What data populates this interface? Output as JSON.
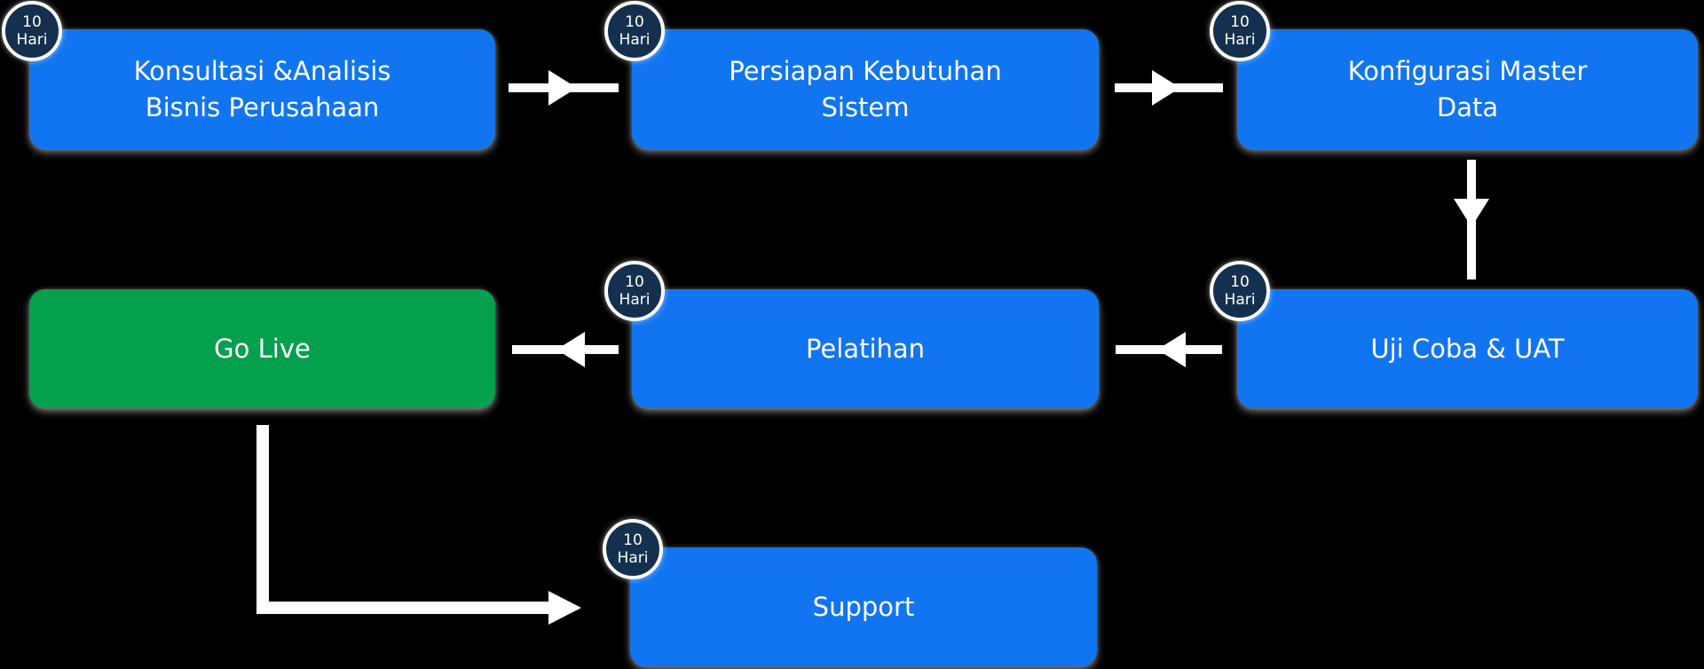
{
  "diagram": {
    "background_color": "#000000",
    "colors": {
      "box_blue": "#1175F1",
      "box_green": "#04A04E",
      "badge_navy": "#15304E",
      "text": "#FFFFFF",
      "arrow": "#FFFFFF"
    },
    "badge": {
      "line1": "10",
      "line2": "Hari"
    },
    "nodes": [
      {
        "id": "konsultasi-analisis",
        "lines": [
          "Konsultasi &Analisis",
          "Bisnis Perusahaan"
        ],
        "color": "blue",
        "badge": true
      },
      {
        "id": "persiapan-kebutuhan",
        "lines": [
          "Persiapan Kebutuhan",
          "Sistem"
        ],
        "color": "blue",
        "badge": true
      },
      {
        "id": "konfigurasi-master-data",
        "lines": [
          "Konfigurasi Master",
          "Data"
        ],
        "color": "blue",
        "badge": true
      },
      {
        "id": "uji-coba-uat",
        "lines": [
          "Uji Coba & UAT"
        ],
        "color": "blue",
        "badge": true
      },
      {
        "id": "pelatihan",
        "lines": [
          "Pelatihan"
        ],
        "color": "blue",
        "badge": true
      },
      {
        "id": "go-live",
        "lines": [
          "Go Live"
        ],
        "color": "green",
        "badge": false
      },
      {
        "id": "support",
        "lines": [
          "Support"
        ],
        "color": "blue",
        "badge": true
      }
    ],
    "edges": [
      {
        "from": "konsultasi-analisis",
        "to": "persiapan-kebutuhan",
        "direction": "right"
      },
      {
        "from": "persiapan-kebutuhan",
        "to": "konfigurasi-master-data",
        "direction": "right"
      },
      {
        "from": "konfigurasi-master-data",
        "to": "uji-coba-uat",
        "direction": "down"
      },
      {
        "from": "uji-coba-uat",
        "to": "pelatihan",
        "direction": "left"
      },
      {
        "from": "pelatihan",
        "to": "go-live",
        "direction": "left"
      },
      {
        "from": "go-live",
        "to": "support",
        "direction": "down-then-right"
      }
    ]
  }
}
